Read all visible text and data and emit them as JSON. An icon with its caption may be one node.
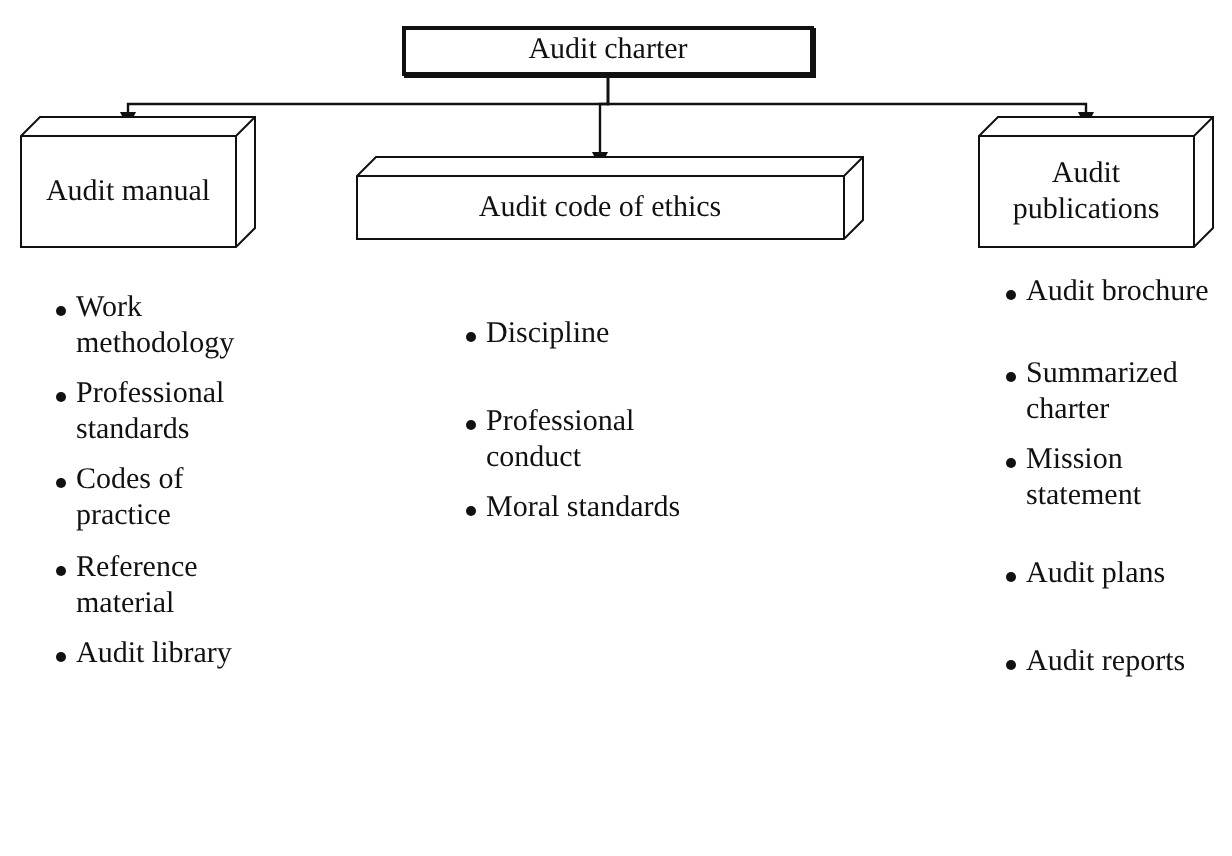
{
  "diagram": {
    "nodes": [
      {
        "text": [
          "Audit charter"
        ]
      },
      {
        "text": [
          "Audit manual"
        ]
      },
      {
        "text": [
          "Audit code of ethics"
        ]
      },
      {
        "text": [
          "Audit publications"
        ]
      }
    ],
    "edges": [
      {
        "from": 0,
        "to": 1,
        "arrow": "to"
      },
      {
        "from": 0,
        "to": 2,
        "arrow": "to"
      },
      {
        "from": 0,
        "to": 3,
        "arrow": "to"
      }
    ],
    "labels": [
      "Work methodology",
      "Professional standards",
      "Codes of practice",
      "Reference material",
      "Audit library",
      "Discipline",
      "Professional conduct",
      "Moral standards",
      "Audit brochure",
      "Summarized charter",
      "Mission statement",
      "Audit plans",
      "Audit reports"
    ]
  }
}
